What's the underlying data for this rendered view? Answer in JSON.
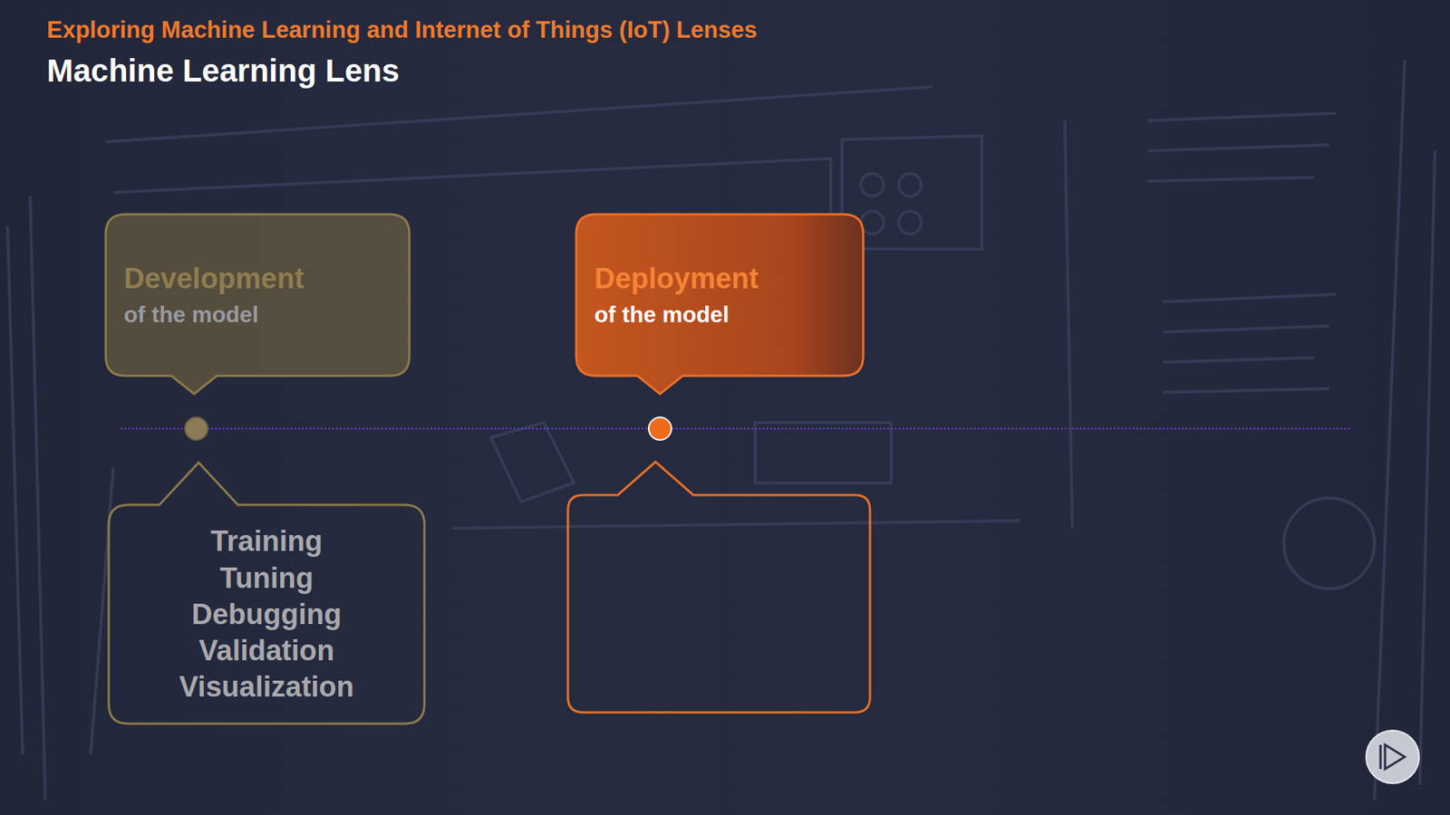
{
  "diagram": {
    "title": "Exploring Machine Learning and Internet of Things (IoT) Lenses",
    "nodes": [
      {
        "text": [
          "Development",
          "of the model"
        ]
      },
      {
        "text": [
          "Training",
          "Tuning",
          "Debugging",
          "Validation",
          "Visualization"
        ]
      },
      {
        "text": [
          "Deployment",
          "of the model"
        ]
      }
    ],
    "labels": [
      "Machine Learning Lens"
    ]
  }
}
